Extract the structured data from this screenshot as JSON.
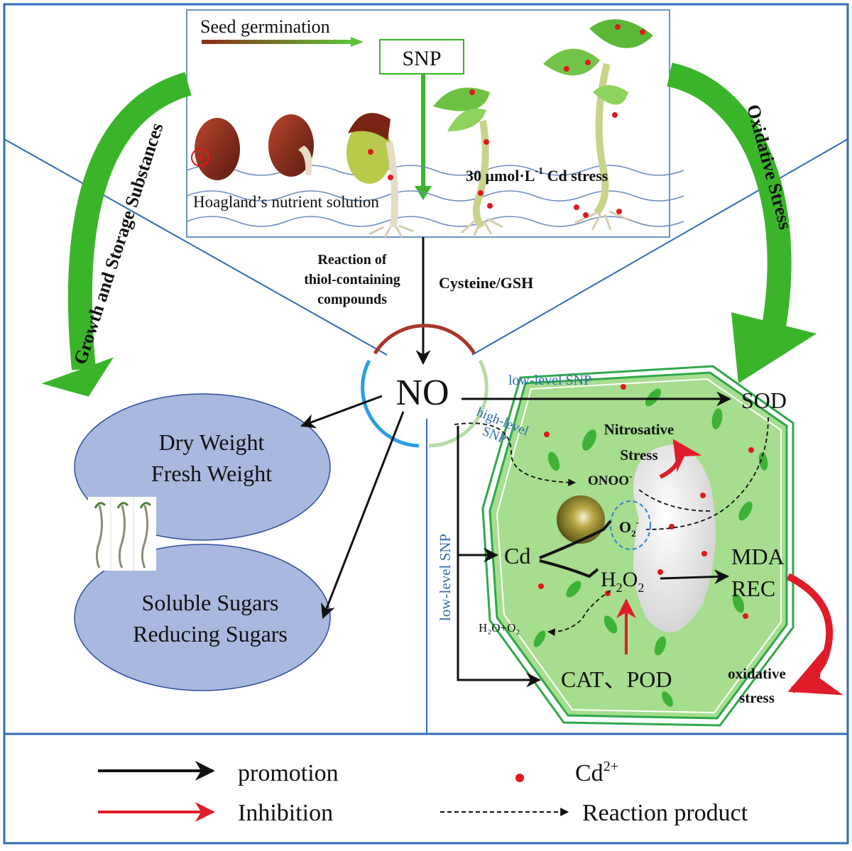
{
  "top_panel": {
    "seed_germination": "Seed germination",
    "snp": "SNP",
    "cd_stress": "30 μmol·L",
    "cd_stress_sup": "-1",
    "cd_stress_tail": " Cd stress",
    "nutrient_solution": "Hoagland’s nutrient solution"
  },
  "side_labels": {
    "left": "Growth and  Storage Substances",
    "right": "Oxidative Stress"
  },
  "center": {
    "reaction_line1": "Reaction of",
    "reaction_line2": "thiol-containing",
    "reaction_line3": "compounds",
    "cysteine": "Cysteine/GSH",
    "no": "NO"
  },
  "left_panel": {
    "dry_weight": "Dry Weight",
    "fresh_weight": "Fresh Weight",
    "soluble_sugars": "Soluble Sugars",
    "reducing_sugars": "Reducing Sugars"
  },
  "right_panel": {
    "low_level_snp_top": "low-level SNP",
    "high_level_snp_1": "high-level",
    "high_level_snp_2": "SNP",
    "low_level_snp_vertical": "low-level SNP",
    "sod": "SOD",
    "nitrosative_1": "Nitrosative",
    "nitrosative_2": "Stress",
    "onoo": "ONOO",
    "onoo_sup": "-",
    "o2": "O",
    "o2_sub": "2",
    "o2_sup": "-",
    "cd": "Cd",
    "h2o2_h": "H",
    "h2o2_2a": "2",
    "h2o2_o": "O",
    "h2o2_2b": "2",
    "mda": "MDA",
    "rec": "REC",
    "h2o_o2": "H₂O+O₂",
    "cat_pod": "CAT、POD",
    "oxidative_1": "oxidative",
    "oxidative_2": "stress"
  },
  "legend": {
    "promotion": "promotion",
    "inhibition": "Inhibition",
    "cd2": "Cd",
    "cd2_sup": "2+",
    "reaction_product": "Reaction product"
  },
  "colors": {
    "frame_blue": "#2f6db5",
    "green_arrow": "#3ab52a",
    "ellipse_fill": "#a9b8de",
    "cell_fill": "#a6dd8e",
    "cell_wall": "#2ea84a",
    "cd_dot": "#e0181b",
    "inhibition_red": "#e01c2a",
    "snp_blue": "#2f6ab5"
  }
}
